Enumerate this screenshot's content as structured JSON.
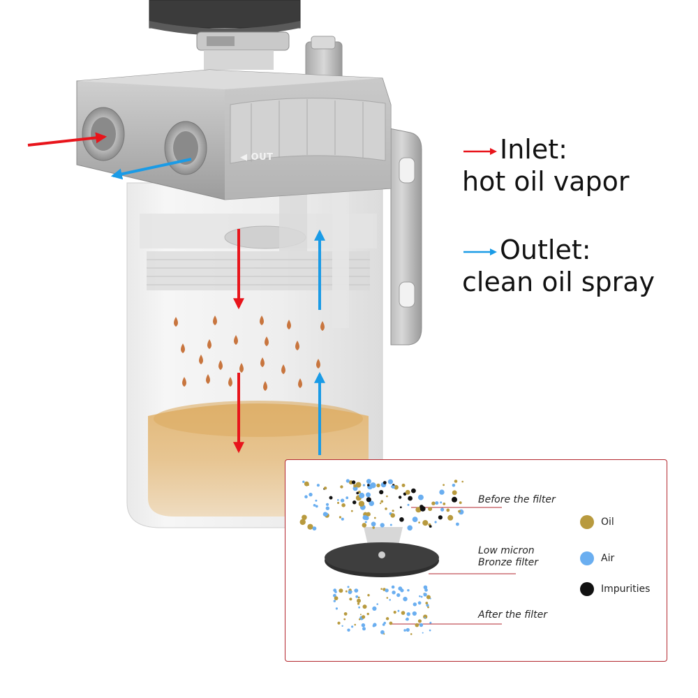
{
  "labels": {
    "inlet_title": "Inlet:",
    "inlet_desc": "hot oil vapor",
    "outlet_title": "Outlet:",
    "outlet_desc": "clean oil spray",
    "out_tag": "◀ OUT"
  },
  "inset": {
    "before": "Before the filter",
    "filter_line1": "Low micron",
    "filter_line2": "Bronze filter",
    "after": "After the filter",
    "legend": [
      {
        "label": "Oil",
        "color": "#b89a3e"
      },
      {
        "label": "Air",
        "color": "#6aaef0"
      },
      {
        "label": "Impurities",
        "color": "#111111"
      }
    ]
  },
  "colors": {
    "inlet_arrow": "#e8141b",
    "outlet_arrow": "#1a9be6",
    "frame": "#b3262d",
    "oil_drop": "#c8753e"
  },
  "icons": [
    "red-arrow-icon",
    "blue-arrow-icon",
    "out-arrow-icon"
  ]
}
